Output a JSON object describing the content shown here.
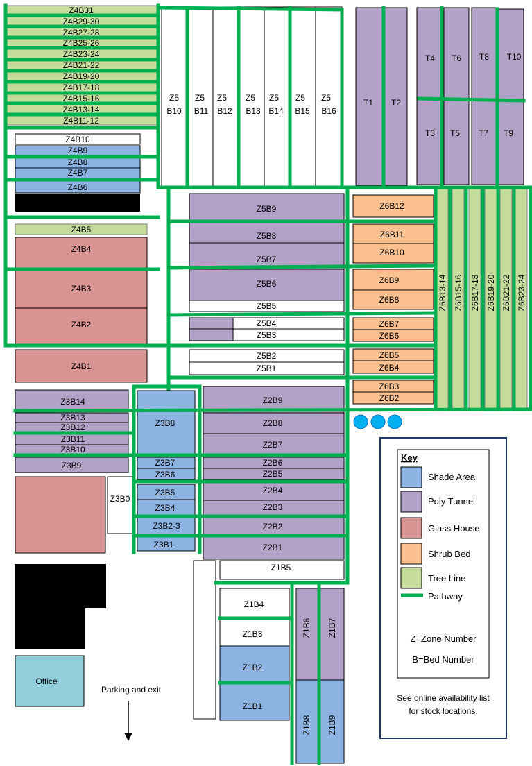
{
  "colors": {
    "tree_line": "#c5dc9d",
    "shade_area": "#8db3e2",
    "poly_tunnel": "#b3a2c7",
    "glass_house": "#d99594",
    "shrub_bed": "#fac090",
    "pathway": "#00b050",
    "office": "#92cddc",
    "blocked": "#000000",
    "water": "#00b0f0",
    "plain": "#ffffff"
  },
  "beds": {
    "z4b31": "Z4B31",
    "z4b29": "Z4B29-30",
    "z4b27": "Z4B27-28",
    "z4b25": "Z4B25-26",
    "z4b23": "Z4B23-24",
    "z4b21": "Z4B21-22",
    "z4b19": "Z4B19-20",
    "z4b17": "Z4B17-18",
    "z4b15": "Z4B15-16",
    "z4b13": "Z4B13-14",
    "z4b11": "Z4B11-12",
    "z4b10": "Z4B10",
    "z4b9": "Z4B9",
    "z4b8": "Z4B8",
    "z4b7": "Z4B7",
    "z4b6": "Z4B6",
    "z4b5": "Z4B5",
    "z4b4": "Z4B4",
    "z4b3": "Z4B3",
    "z4b2": "Z4B2",
    "z4b1": "Z4B1",
    "z5_zone": "Z5",
    "b10": "B10",
    "b11": "B11",
    "b12": "B12",
    "b13": "B13",
    "b14": "B14",
    "b15": "B15",
    "b16": "B16",
    "t1": "T1",
    "t2": "T2",
    "t3": "T3",
    "t4": "T4",
    "t5": "T5",
    "t6": "T6",
    "t7": "T7",
    "t8": "T8",
    "t9": "T9",
    "t10": "T10",
    "z5b9": "Z5B9",
    "z5b8": "Z5B8",
    "z5b7": "Z5B7",
    "z5b6": "Z5B6",
    "z5b5": "Z5B5",
    "z5b4": "Z5B4",
    "z5b3": "Z5B3",
    "z5b2": "Z5B2",
    "z5b1": "Z5B1",
    "z6b12": "Z6B12",
    "z6b11": "Z6B11",
    "z6b10": "Z6B10",
    "z6b9": "Z6B9",
    "z6b8": "Z6B8",
    "z6b7": "Z6B7",
    "z6b6": "Z6B6",
    "z6b5": "Z6B5",
    "z6b4": "Z6B4",
    "z6b3": "Z6B3",
    "z6b2": "Z6B2",
    "z6b13": "Z6B13-14",
    "z6b15": "Z6B15-16",
    "z6b17": "Z6B17-18",
    "z6b19": "Z6B19-20",
    "z6b21": "Z6B21-22",
    "z6b23": "Z6B23-24",
    "z3b14": "Z3B14",
    "z3b13": "Z3B13",
    "z3b12": "Z3B12",
    "z3b11": "Z3B11",
    "z3b10": "Z3B10",
    "z3b9": "Z3B9",
    "z3b8": "Z3B8",
    "z3b7": "Z3B7",
    "z3b6": "Z3B6",
    "z3b5": "Z3B5",
    "z3b4": "Z3B4",
    "z3b23": "Z3B2-3",
    "z3b1": "Z3B1",
    "z3b0": "Z3B0",
    "z2b9": "Z2B9",
    "z2b8": "Z2B8",
    "z2b7": "Z2B7",
    "z2b6": "Z2B6",
    "z2b5": "Z2B5",
    "z2b4": "Z2B4",
    "z2b3": "Z2B3",
    "z2b2": "Z2B2",
    "z2b1": "Z2B1",
    "z1b5": "Z1B5",
    "z1b4": "Z1B4",
    "z1b3": "Z1B3",
    "z1b2": "Z1B2",
    "z1b1": "Z1B1",
    "z1b6": "Z1B6",
    "z1b7": "Z1B7",
    "z1b8": "Z1B8",
    "z1b9": "Z1B9"
  },
  "office": "Office",
  "exit_label": "Parking and exit",
  "key": {
    "title": "Key",
    "items": [
      "Shade Area",
      "Poly Tunnel",
      "Glass House",
      "Shrub Bed",
      "Tree Line",
      "Pathway"
    ],
    "zone_note": "Z=Zone Number",
    "bed_note": "B=Bed Number",
    "availability_line1": "See online availability list",
    "availability_line2": "for stock locations."
  }
}
